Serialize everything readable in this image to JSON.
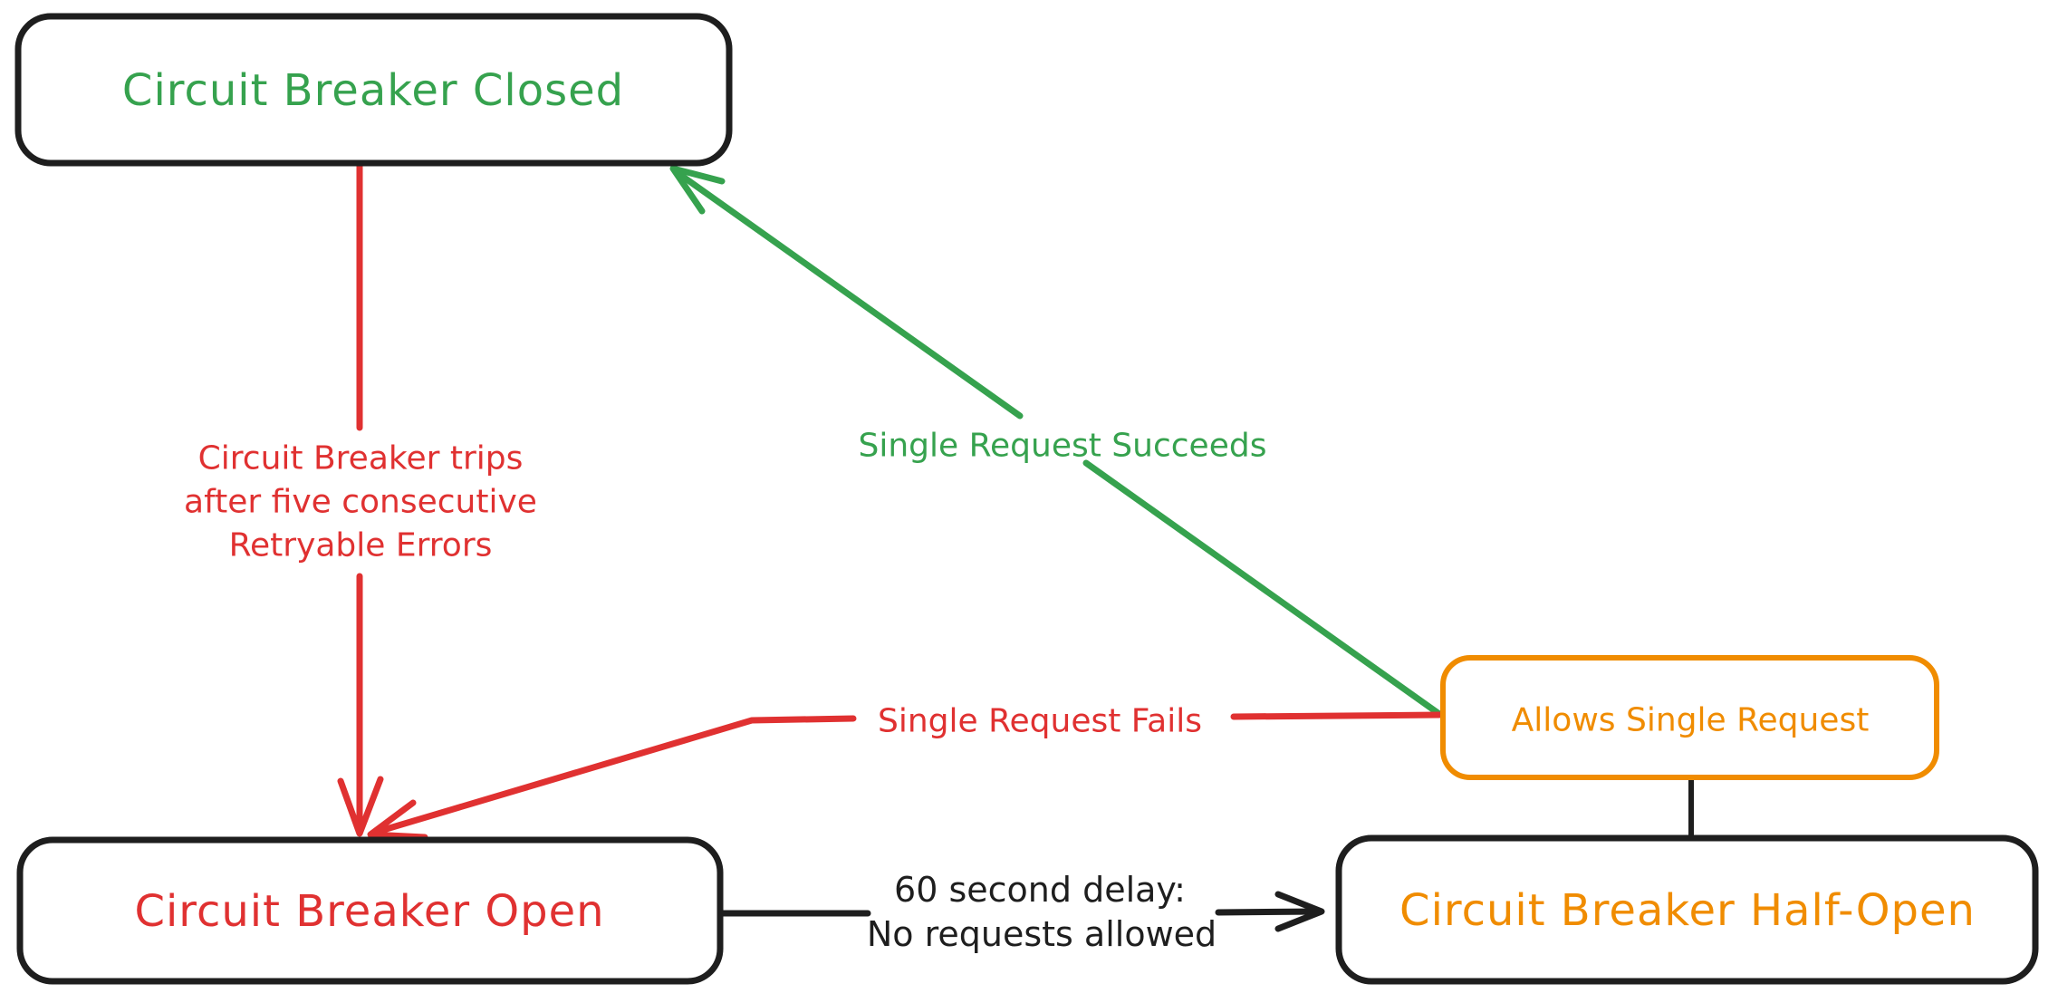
{
  "diagram": {
    "type": "state-diagram",
    "background": "#ffffff",
    "colors": {
      "background": "#ffffff",
      "black": "#1e1e1e",
      "red": "#e03131",
      "green": "#36a24e",
      "orange": "#f08c00"
    },
    "nodes": {
      "closed": {
        "label": "Circuit Breaker Closed",
        "text_color": "green",
        "border_color": "black"
      },
      "open": {
        "label": "Circuit Breaker Open",
        "text_color": "red",
        "border_color": "black"
      },
      "half_open": {
        "label": "Circuit Breaker Half-Open",
        "text_color": "orange",
        "border_color": "black"
      },
      "allows_single_request": {
        "label": "Allows Single Request",
        "text_color": "orange",
        "border_color": "orange"
      }
    },
    "edges": {
      "trip": {
        "from": "closed",
        "to": "open",
        "color": "red",
        "arrow": true,
        "label_lines": [
          "Circuit Breaker trips",
          "after five consecutive",
          "Retryable Errors"
        ]
      },
      "succeeds": {
        "from": "allows_single_request",
        "to": "closed",
        "color": "green",
        "arrow": true,
        "label": "Single Request Succeeds"
      },
      "fails": {
        "from": "allows_single_request",
        "to": "open",
        "color": "red",
        "arrow": true,
        "label": "Single Request Fails"
      },
      "delay": {
        "from": "open",
        "to": "half_open",
        "color": "black",
        "arrow": true,
        "label_lines": [
          "60 second delay:",
          "No requests allowed"
        ]
      },
      "half_open_link": {
        "from": "half_open",
        "to": "allows_single_request",
        "color": "black",
        "arrow": false,
        "label": ""
      }
    }
  }
}
